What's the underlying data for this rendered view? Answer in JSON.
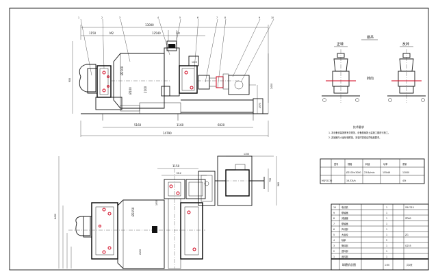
{
  "drawing": {
    "top_view": {
      "part_numbers": [
        "1",
        "2",
        "3",
        "4",
        "5",
        "6",
        "7",
        "8",
        "9",
        "10"
      ],
      "dims": {
        "overall_top": "13000",
        "seg_a": "1150",
        "seg_b": "M2",
        "seg_c": "12540",
        "seg_d": "Rz",
        "dia1": "Ø2100",
        "dia2": "Ø100",
        "h1": "2100",
        "h2": "1025",
        "h3": "2450",
        "h4": "1975",
        "base_a": "5160",
        "base_b": "1160",
        "base_c": "6020",
        "overall_bottom": "14790",
        "center_h": "3300",
        "left_h": "900"
      }
    },
    "plan_view": {
      "dims": {
        "shaft_w": "1150",
        "motor_w": "M12",
        "gear_w": "1150",
        "dia": "Ø3150",
        "left_v": "6450",
        "mid_v": "1955",
        "right_v1": "750",
        "right_v2": "960",
        "low_v": "2150"
      }
    },
    "detail_views": {
      "label_top": "悬吊",
      "left_label": "正转",
      "right_label": "反转",
      "mid_label": "转向"
    },
    "notes": {
      "title": "技术要求",
      "lines": [
        "1. 本设备安装按照有关规范，设备基础按土建施工图进行施工。",
        "2. 减速器与小齿轮轴联接，安装时需保证同轴度要求。"
      ]
    },
    "param_table": {
      "headers": [
        "型号",
        "规格",
        "转速",
        "功率",
        "重量"
      ],
      "rows": [
        [
          "",
          "Ø2100×3000",
          "23.8r/min",
          "155kW",
          "12000"
        ],
        [
          "MQY2130",
          "16-32t/h",
          "",
          "",
          "43t"
        ]
      ]
    },
    "bom": {
      "rows": [
        [
          "10",
          "电动机",
          "1",
          "",
          "YR-Y315"
        ],
        [
          "9",
          "联轴器",
          "1",
          "",
          ""
        ],
        [
          "8",
          "减速器",
          "1",
          "",
          "ZD60"
        ],
        [
          "7",
          "联轴器",
          "1",
          "",
          ""
        ],
        [
          "6",
          "传动部",
          "1",
          "",
          ""
        ],
        [
          "5",
          "大齿轮",
          "1",
          "",
          "ZG"
        ],
        [
          "4",
          "轴承",
          "2",
          "",
          ""
        ],
        [
          "3",
          "筒体部",
          "1",
          "",
          "Q235"
        ],
        [
          "2",
          "进料部",
          "1",
          "",
          ""
        ],
        [
          "1",
          "出料部",
          "1",
          "",
          ""
        ]
      ],
      "title_block": {
        "name": "球磨机总图",
        "scale": "1:50",
        "sheet": "共1张"
      }
    }
  }
}
